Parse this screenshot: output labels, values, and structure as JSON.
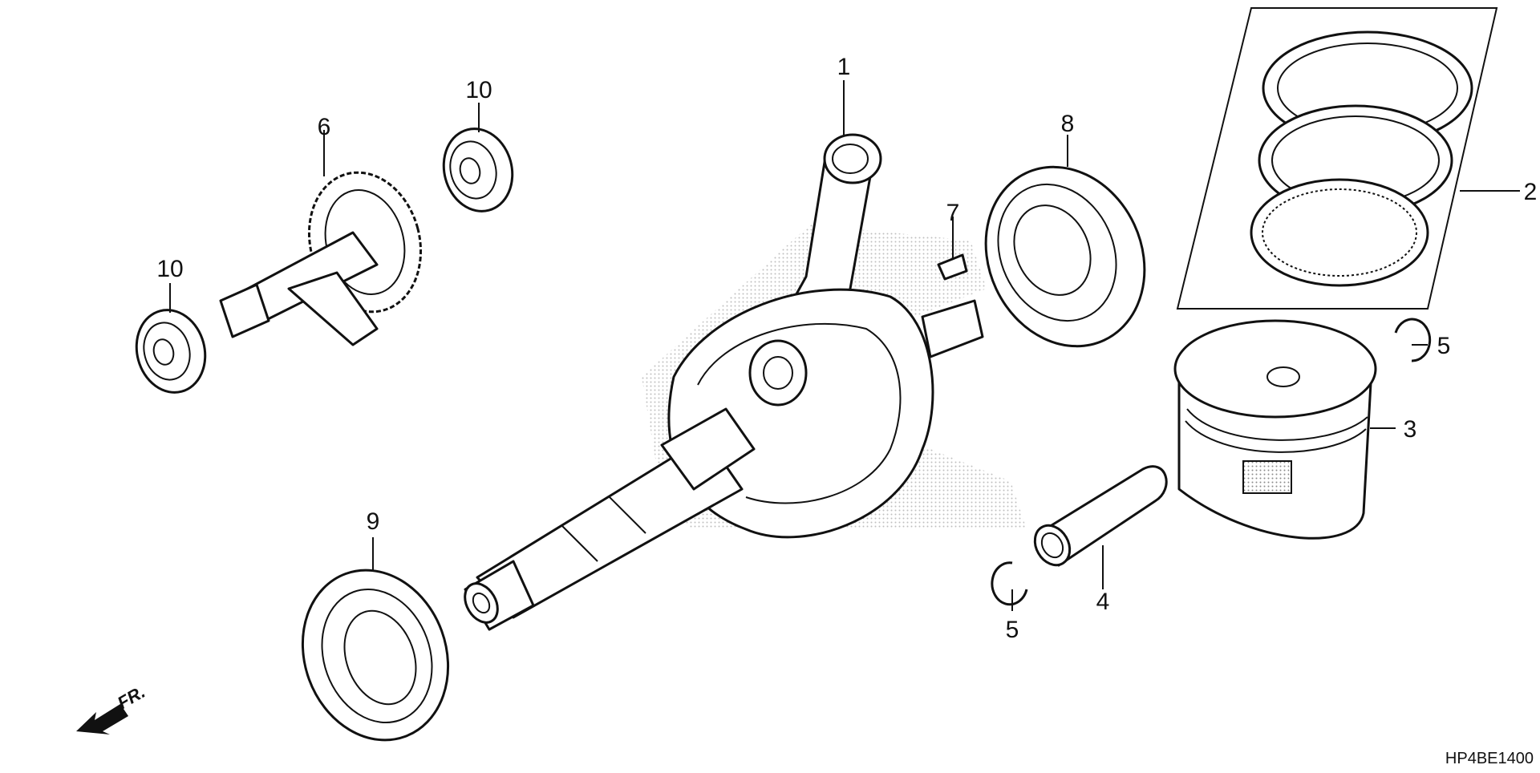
{
  "diagram": {
    "callouts": {
      "c1": "1",
      "c2": "2",
      "c3": "3",
      "c4": "4",
      "c5a": "5",
      "c5b": "5",
      "c6": "6",
      "c7": "7",
      "c8": "8",
      "c9": "9",
      "c10a": "10",
      "c10b": "10"
    },
    "direction_label": "FR.",
    "diagram_code": "HP4BE1400"
  },
  "colors": {
    "line": "#111111",
    "background": "#ffffff",
    "stipple": "#8a8a8a"
  },
  "icons": {
    "direction": "front-arrow-icon"
  }
}
